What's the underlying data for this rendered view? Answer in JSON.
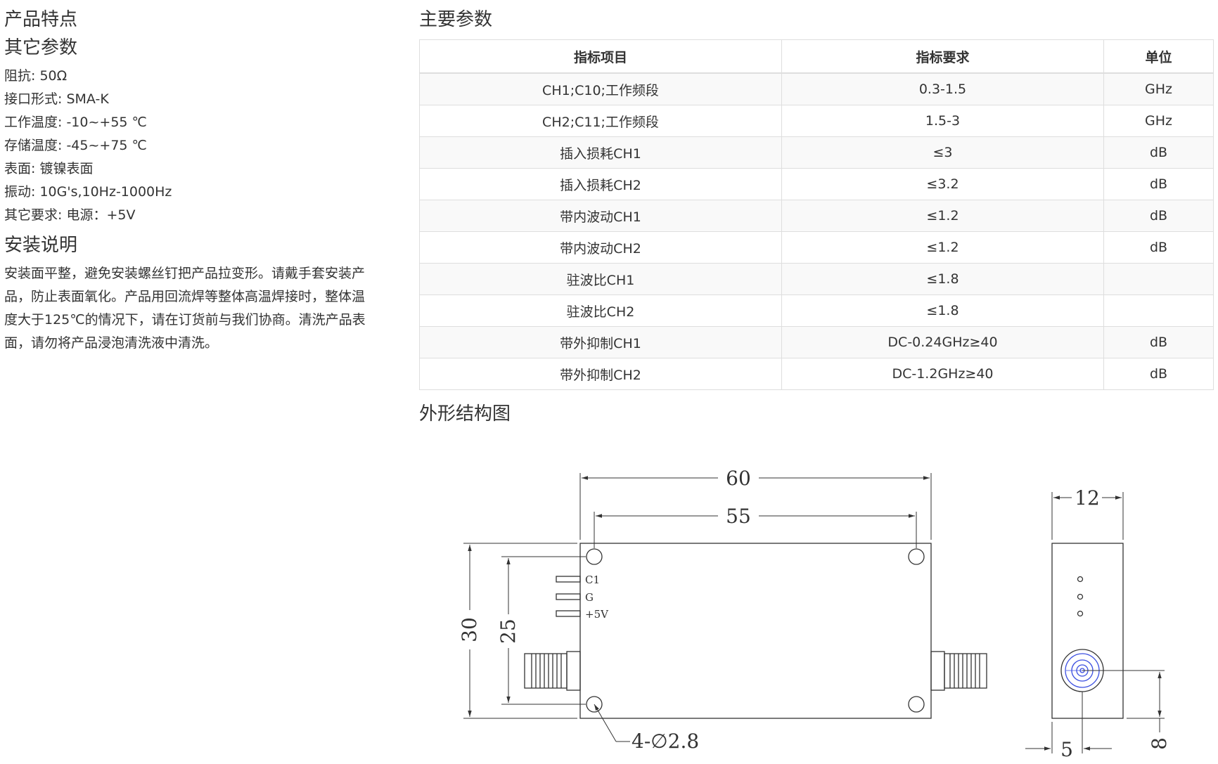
{
  "features": {
    "heading": "产品特点",
    "other_heading": "其它参数",
    "items": [
      "阻抗: 50Ω",
      "接口形式: SMA-K",
      "工作温度: -10~+55 ℃",
      "存储温度: -45~+75 ℃",
      "表面: 镀镍表面",
      "振动: 10G's,10Hz-1000Hz",
      "其它要求: 电源：+5V"
    ],
    "install_heading": "安装说明",
    "install_text": "安装面平整，避免安装螺丝钉把产品拉变形。请戴手套安装产品，防止表面氧化。产品用回流焊等整体高温焊接时，整体温度大于125℃的情况下，请在订货前与我们协商。清洗产品表面，请勿将产品浸泡清洗液中清洗。"
  },
  "params": {
    "heading": "主要参数",
    "headers": [
      "指标项目",
      "指标要求",
      "单位"
    ],
    "rows": [
      [
        "CH1;C10;工作频段",
        "0.3-1.5",
        "GHz"
      ],
      [
        "CH2;C11;工作频段",
        "1.5-3",
        "GHz"
      ],
      [
        "插入损耗CH1",
        "≤3",
        "dB"
      ],
      [
        "插入损耗CH2",
        "≤3.2",
        "dB"
      ],
      [
        "带内波动CH1",
        "≤1.2",
        "dB"
      ],
      [
        "带内波动CH2",
        "≤1.2",
        "dB"
      ],
      [
        "驻波比CH1",
        "≤1.8",
        ""
      ],
      [
        "驻波比CH2",
        "≤1.8",
        ""
      ],
      [
        "带外抑制CH1",
        "DC-0.24GHz≥40",
        "dB"
      ],
      [
        "带外抑制CH2",
        "DC-1.2GHz≥40",
        "dB"
      ]
    ]
  },
  "outline": {
    "heading": "外形结构图",
    "dim_width_overall": "60",
    "dim_hole_spacing_x": "55",
    "dim_height_overall": "30",
    "dim_hole_spacing_y": "25",
    "dim_holes": "4-∅2.8",
    "pin_labels": [
      "C1",
      "G",
      "+5V"
    ],
    "dim_side_width": "12",
    "dim_side_offset": "5",
    "dim_side_height": "8"
  }
}
